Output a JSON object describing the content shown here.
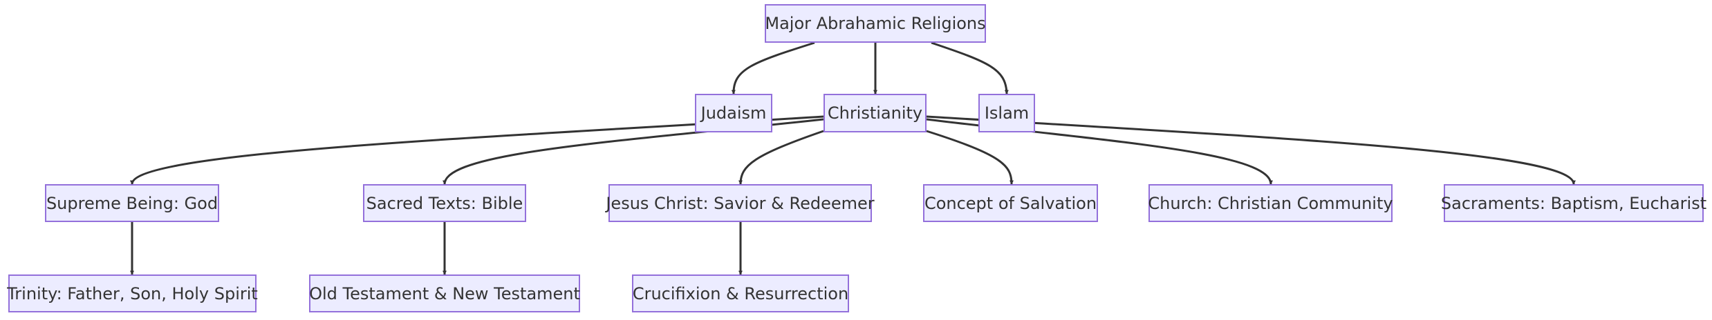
{
  "diagram": {
    "type": "flowchart",
    "direction": "top-down",
    "colors": {
      "node_fill": "#ECECFF",
      "node_border": "#9370DB",
      "edge": "#333333",
      "text": "#333333"
    },
    "nodes": {
      "root": {
        "label": "Major Abrahamic Religions"
      },
      "judaism": {
        "label": "Judaism"
      },
      "christianity": {
        "label": "Christianity"
      },
      "islam": {
        "label": "Islam"
      },
      "supreme_being": {
        "label": "Supreme Being: God"
      },
      "sacred_texts": {
        "label": "Sacred Texts: Bible"
      },
      "jesus": {
        "label": "Jesus Christ: Savior & Redeemer"
      },
      "salvation": {
        "label": "Concept of Salvation"
      },
      "church": {
        "label": "Church: Christian Community"
      },
      "sacraments": {
        "label": "Sacraments: Baptism, Eucharist"
      },
      "trinity": {
        "label": "Trinity: Father, Son, Holy Spirit"
      },
      "testaments": {
        "label": "Old Testament & New Testament"
      },
      "crucifixion": {
        "label": "Crucifixion & Resurrection"
      }
    },
    "edges": [
      {
        "from": "root",
        "to": "judaism"
      },
      {
        "from": "root",
        "to": "christianity"
      },
      {
        "from": "root",
        "to": "islam"
      },
      {
        "from": "christianity",
        "to": "supreme_being"
      },
      {
        "from": "christianity",
        "to": "sacred_texts"
      },
      {
        "from": "christianity",
        "to": "jesus"
      },
      {
        "from": "christianity",
        "to": "salvation"
      },
      {
        "from": "christianity",
        "to": "church"
      },
      {
        "from": "christianity",
        "to": "sacraments"
      },
      {
        "from": "supreme_being",
        "to": "trinity"
      },
      {
        "from": "sacred_texts",
        "to": "testaments"
      },
      {
        "from": "jesus",
        "to": "crucifixion"
      }
    ]
  }
}
